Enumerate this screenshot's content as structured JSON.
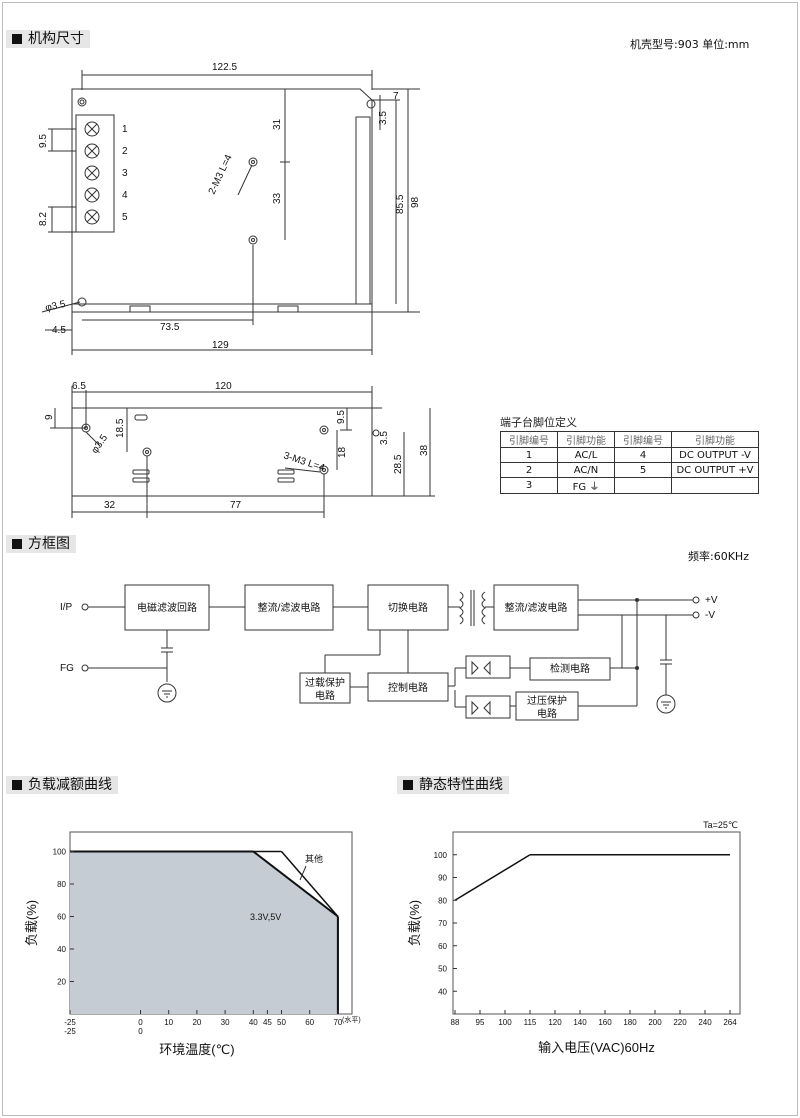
{
  "sections": {
    "mechanical": "机构尺寸",
    "block": "方框图",
    "derating": "负载减额曲线",
    "static": "静态特性曲线"
  },
  "case_note": "机壳型号:903 单位:mm",
  "freq_note": "频率:60KHz",
  "top_view": {
    "dims": [
      "122.5",
      "7",
      "3.5",
      "31",
      "33",
      "85.5",
      "98",
      "9.5",
      "8.2",
      "2-M3 L=4",
      "φ3.5",
      "4.5",
      "73.5",
      "129"
    ],
    "terminals": [
      "1",
      "2",
      "3",
      "4",
      "5"
    ]
  },
  "side_view": {
    "dims": [
      "6.5",
      "120",
      "9",
      "18.5",
      "φ3.5",
      "9.5",
      "3-M3 L=4",
      "18",
      "3.5",
      "28.5",
      "38",
      "32",
      "77"
    ]
  },
  "pin_table": {
    "title": "端子台脚位定义",
    "headers": [
      "引脚编号",
      "引脚功能",
      "引脚编号",
      "引脚功能"
    ],
    "rows": [
      [
        "1",
        "AC/L",
        "4",
        "DC OUTPUT -V"
      ],
      [
        "2",
        "AC/N",
        "5",
        "DC OUTPUT +V"
      ],
      [
        "3",
        "FG ⏚",
        "",
        ""
      ]
    ]
  },
  "block_diagram": {
    "ip": "I/P",
    "fg": "FG",
    "emi": "电磁滤波回路",
    "rect1": "整流/滤波电路",
    "switch": "切换电路",
    "rect2": "整流/滤波电路",
    "vplus": "+V",
    "vminus": "-V",
    "detect": "检测电路",
    "control": "控制电路",
    "olp_1": "过载保护",
    "olp_2": "电路",
    "ovp_1": "过压保护",
    "ovp_2": "电路"
  },
  "chart_data": [
    {
      "type": "area",
      "title": "负载减额曲线",
      "xlabel": "环境温度(℃)",
      "xunit": "(水平)",
      "ylabel": "负载(%)",
      "x_ticks": [
        "-25",
        "0",
        "10",
        "20",
        "30",
        "40",
        "45",
        "50",
        "60",
        "70"
      ],
      "x_ticks_second": [
        "-25",
        "0"
      ],
      "y_ticks": [
        "100",
        "80",
        "60",
        "40",
        "20"
      ],
      "xlim": [
        -25,
        75
      ],
      "ylim": [
        0,
        112
      ],
      "series": [
        {
          "name": "3.3V,5V",
          "x": [
            -25,
            40,
            70,
            70
          ],
          "y": [
            100,
            100,
            60,
            0
          ]
        },
        {
          "name": "其他",
          "x": [
            -25,
            50,
            70,
            70
          ],
          "y": [
            100,
            100,
            60,
            0
          ]
        }
      ]
    },
    {
      "type": "line",
      "title": "静态特性曲线",
      "xlabel": "输入电压(VAC)60Hz",
      "ylabel": "负载(%)",
      "annotation": "Ta=25℃",
      "x_ticks": [
        "88",
        "95",
        "100",
        "115",
        "120",
        "140",
        "160",
        "180",
        "200",
        "220",
        "240",
        "264"
      ],
      "y_ticks": [
        "100",
        "90",
        "80",
        "70",
        "60",
        "50",
        "40"
      ],
      "ylim": [
        30,
        110
      ],
      "series": [
        {
          "x": [
            88,
            115,
            264
          ],
          "y": [
            80,
            100,
            100
          ]
        }
      ]
    }
  ]
}
